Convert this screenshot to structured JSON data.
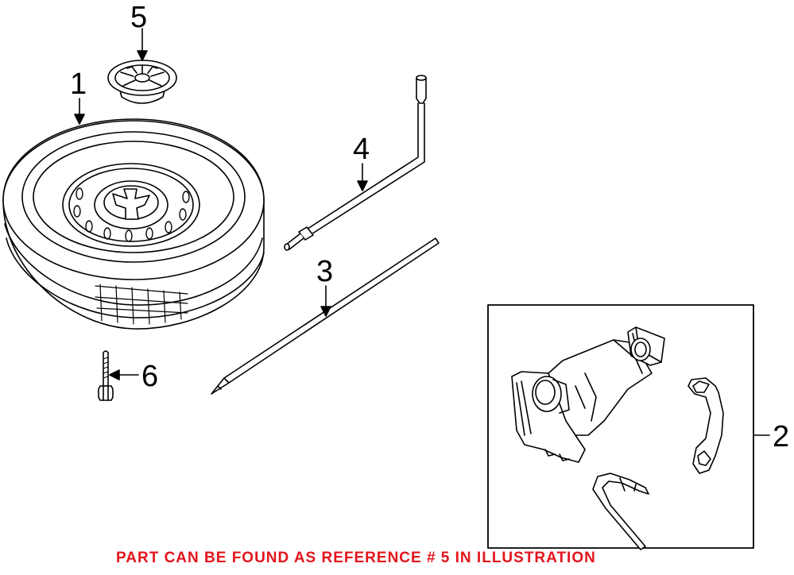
{
  "callouts": {
    "wheel": "1",
    "jack_kit": "2",
    "extension_bar": "3",
    "lug_wrench": "4",
    "hold_down_nut": "5",
    "bolt": "6"
  },
  "footer_note": "PART CAN BE FOUND AS REFERENCE # 5 IN ILLUSTRATION",
  "colors": {
    "line": "#000000",
    "note": "#e3141c"
  }
}
